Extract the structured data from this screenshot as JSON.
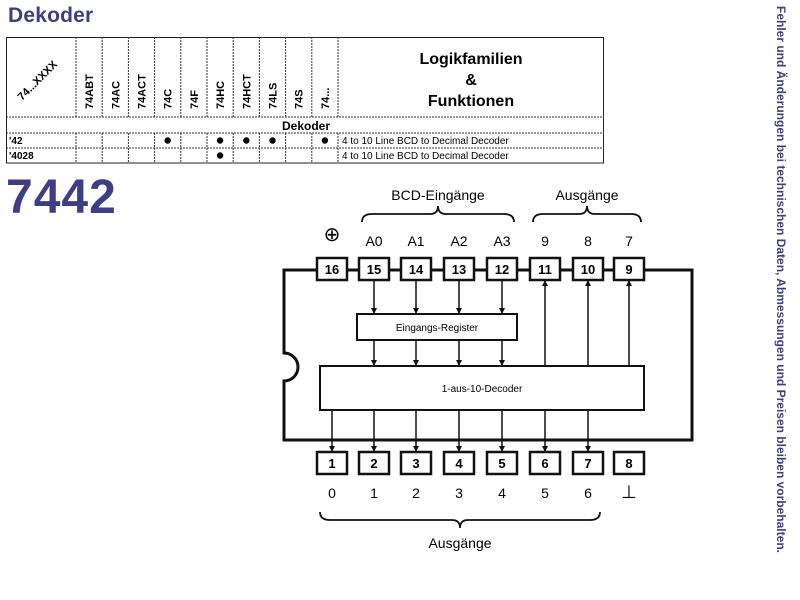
{
  "header": {
    "title": "Dekoder"
  },
  "side_note": "Fehler und Änderungen bei technischen Daten, Abmessungen und Preisen bleiben vorbehalten.",
  "table": {
    "corner_label": "74...XXXX",
    "families": [
      "74ABT",
      "74AC",
      "74ACT",
      "74C",
      "74F",
      "74HC",
      "74HCT",
      "74LS",
      "74S",
      "74..."
    ],
    "heading": [
      "Logikfamilien",
      "&",
      "Funktionen"
    ],
    "section": "Dekoder",
    "rows": [
      {
        "part": "'42",
        "marks": [
          false,
          false,
          false,
          true,
          false,
          true,
          true,
          true,
          false,
          true
        ],
        "function": "4 to 10 Line BCD to Decimal Decoder"
      },
      {
        "part": "'4028",
        "marks": [
          false,
          false,
          false,
          false,
          false,
          true,
          false,
          false,
          false,
          false
        ],
        "function": "4 to 10 Line BCD to Decimal Decoder"
      }
    ]
  },
  "chip": {
    "title": "7442",
    "bcd_label": "BCD-Eingänge",
    "out_top_label": "Ausgänge",
    "out_bottom_label": "Ausgänge",
    "vcc_symbol": "⊕",
    "gnd_symbol": "⊥",
    "top_pins": [
      {
        "num": "16",
        "signal": ""
      },
      {
        "num": "15",
        "signal": "A0"
      },
      {
        "num": "14",
        "signal": "A1"
      },
      {
        "num": "13",
        "signal": "A2"
      },
      {
        "num": "12",
        "signal": "A3"
      },
      {
        "num": "11",
        "signal": "9"
      },
      {
        "num": "10",
        "signal": "8"
      },
      {
        "num": "9",
        "signal": "7"
      }
    ],
    "bottom_pins": [
      {
        "num": "1",
        "signal": "0"
      },
      {
        "num": "2",
        "signal": "1"
      },
      {
        "num": "3",
        "signal": "2"
      },
      {
        "num": "4",
        "signal": "3"
      },
      {
        "num": "5",
        "signal": "4"
      },
      {
        "num": "6",
        "signal": "5"
      },
      {
        "num": "7",
        "signal": "6"
      },
      {
        "num": "8",
        "signal": ""
      }
    ],
    "register_label": "Eingangs-Register",
    "decoder_label": "1-aus-10-Decoder"
  }
}
